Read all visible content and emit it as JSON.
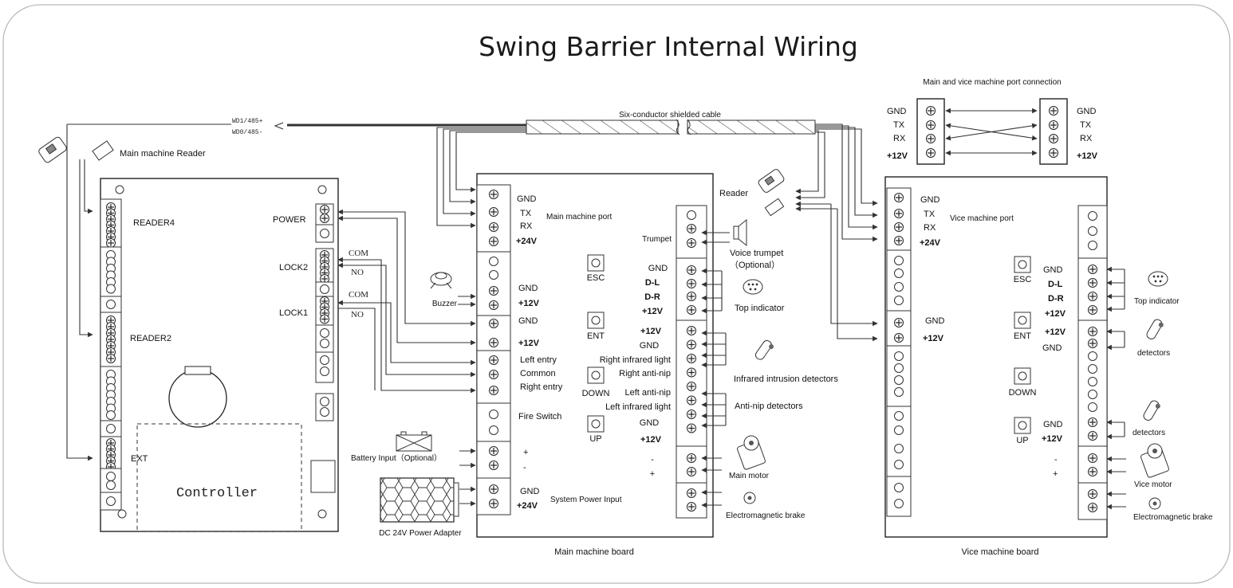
{
  "title": "Swing Barrier Internal Wiring",
  "main_reader_label": "Main machine Reader",
  "wd_top": "WD1/485+",
  "wd_bottom": "WD0/485-",
  "cable_label": "Six-conductor shielded cable",
  "port_connection_title": "Main and vice machine port connection",
  "port_pins": [
    "GND",
    "TX",
    "RX",
    "+12V"
  ],
  "controller": {
    "name": "Controller",
    "reader4": "READER4",
    "reader2": "READER2",
    "ext": "EXT",
    "power": "POWER",
    "lock2": "LOCK2",
    "lock1": "LOCK1",
    "com": "COM",
    "no": "NO"
  },
  "main_board": {
    "caption": "Main machine board",
    "port_pins": [
      "GND",
      "TX",
      "RX",
      "+24V"
    ],
    "port_label": "Main machine port",
    "buzzer": "Buzzer",
    "buzzer_pins": [
      "GND",
      "+12V"
    ],
    "lock_pins": [
      "GND",
      "+12V"
    ],
    "entry_pins": [
      "Left entry",
      "Common",
      "Right entry"
    ],
    "fire_switch": "Fire Switch",
    "battery_pins": [
      "+",
      "-"
    ],
    "battery_label": "Battery Input（Optional）",
    "power_pins": [
      "GND",
      "+24V"
    ],
    "power_input_label": "System Power Input",
    "power_adapter": "DC 24V Power Adapter",
    "buttons": [
      "ESC",
      "ENT",
      "DOWN",
      "UP"
    ],
    "trumpet": "Trumpet",
    "indicator_pins": [
      "GND",
      "D-L",
      "D-R",
      "+12V"
    ],
    "sensor_labels": [
      "+12V",
      "GND",
      "Right infrared light",
      "Right anti-nip",
      "Left anti-nip",
      "Left infrared light",
      "GND",
      "+12V"
    ],
    "motor_pins": [
      "-",
      "+"
    ],
    "right_labels": {
      "voice_trumpet": "Voice trumpet",
      "optional": "（Optional）",
      "top_indicator": "Top indicator",
      "infrared": "Infrared intrusion detectors",
      "anti_nip": "Anti-nip detectors",
      "main_motor": "Main motor",
      "brake": "Electromagnetic brake"
    }
  },
  "reader_label": "Reader",
  "vice_board": {
    "caption": "Vice machine board",
    "port_pins": [
      "GND",
      "TX",
      "RX",
      "+24V"
    ],
    "port_label": "Vice machine port",
    "reader_pins": [
      "GND",
      "+12V"
    ],
    "buttons": [
      "ESC",
      "ENT",
      "DOWN",
      "UP"
    ],
    "indicator_pins": [
      "GND",
      "D-L",
      "D-R",
      "+12V"
    ],
    "detector_pins_top": [
      "+12V",
      "GND"
    ],
    "detector_pins_bottom": [
      "GND",
      "+12V"
    ],
    "motor_pins": [
      "-",
      "+"
    ],
    "right_labels": {
      "top_indicator": "Top indicator",
      "detectors_1": "detectors",
      "detectors_2": "detectors",
      "vice_motor": "Vice motor",
      "brake": "Electromagnetic brake"
    }
  }
}
